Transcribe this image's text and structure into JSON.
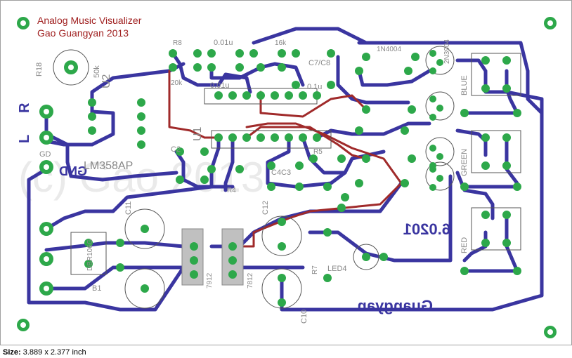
{
  "title_lines": [
    "Analog Music Visualizer",
    "Gao Guangyan 2013"
  ],
  "status": {
    "label": "Size:",
    "value": "3.889 x 2.377 inch"
  },
  "silk_labels": {
    "r18": "R18",
    "c50k": "50k",
    "u2": "U2",
    "r_in": "R",
    "l_in": "L",
    "gd": "GD",
    "gnd": "GND",
    "lm358": "LM358AP",
    "r8": "R8",
    "c001a": "0.01u",
    "c001b": "0.01u",
    "r16k": "16k",
    "c7c8": "C7/C8",
    "c01u": "0.1u",
    "r20k": "20k",
    "u1": "U1",
    "c2": "C2",
    "r4": "R4",
    "c4c3": "C4C3",
    "r5": "R5",
    "d1n4": "1N4004",
    "blue": "BLUE",
    "green": "GREEN",
    "red": "RED",
    "q2n": "2N3904",
    "c11": "C11",
    "c12": "C12",
    "c10": "C10",
    "dbr": "DBR106G",
    "b1": "B1",
    "reg1": "7912",
    "reg2": "7812",
    "led4": "LED4",
    "r7": "R7",
    "mirror1": "6.0201",
    "mirror2": "Guangyan",
    "watermark": "(c) Gao 2013"
  },
  "colors": {
    "trace_bottom": "#3a35a0",
    "trace_top": "#a02a2a",
    "pad": "#2da84a",
    "silk": "#888888",
    "title": "#a02020"
  }
}
